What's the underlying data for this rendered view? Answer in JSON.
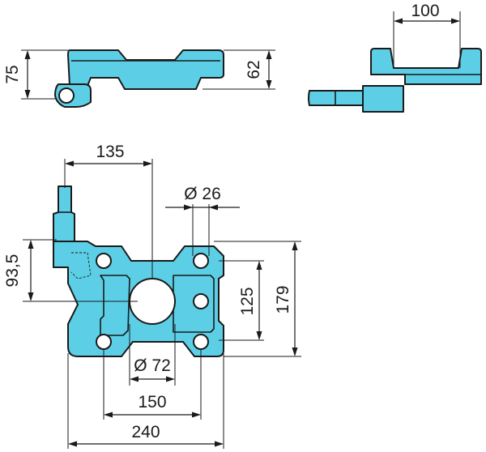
{
  "diagram": {
    "colors": {
      "part": "#5ccfe6",
      "line": "#1a1a1a",
      "background": "#ffffff"
    },
    "dimensions": {
      "top_view_width": "100",
      "side_total_height": "75",
      "side_body_height": "62",
      "pin_offset": "135",
      "hole_diameter": "Ø 26",
      "pin_height": "93,5",
      "hole_spacing_vertical": "125",
      "overall_height": "179",
      "center_hole_diameter": "Ø 72",
      "hole_spacing_horizontal": "150",
      "overall_width": "240"
    }
  }
}
